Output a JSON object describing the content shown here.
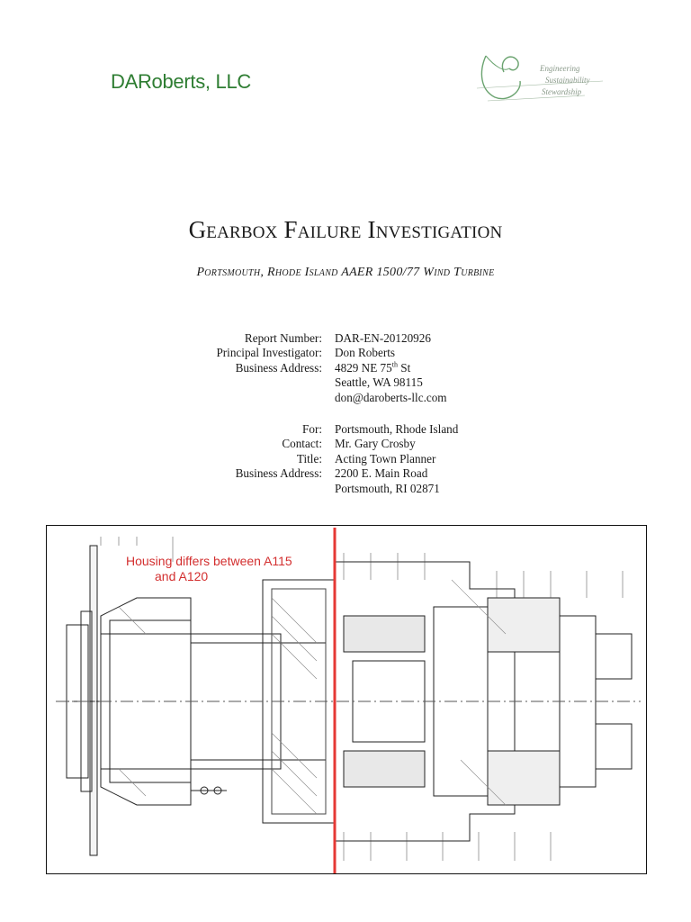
{
  "header": {
    "company": "DARoberts, LLC",
    "logo_words": [
      "Engineering",
      "Sustainability",
      "Stewardship"
    ]
  },
  "title": "Gearbox Failure Investigation",
  "subtitle": "Portsmouth, Rhode Island AAER 1500/77 Wind Turbine",
  "report_info": [
    {
      "label": "Report Number:",
      "value": "DAR-EN-20120926"
    },
    {
      "label": "Principal Investigator:",
      "value": "Don Roberts"
    },
    {
      "label": "Business Address:",
      "value": "4829 NE 75",
      "sup": "th",
      "suffix": " St"
    },
    {
      "label": "",
      "value": "Seattle, WA 98115"
    },
    {
      "label": "",
      "value": "don@daroberts-llc.com"
    }
  ],
  "client_info": [
    {
      "label": "For:",
      "value": "Portsmouth, Rhode Island"
    },
    {
      "label": "Contact:",
      "value": "Mr. Gary Crosby"
    },
    {
      "label": "Title:",
      "value": "Acting Town Planner"
    },
    {
      "label": "Business Address:",
      "value": "2200 E. Main Road"
    },
    {
      "label": "",
      "value": "Portsmouth, RI  02871"
    }
  ],
  "figure": {
    "callout_line1": "Housing differs between A115",
    "callout_line2": "and A120",
    "colors": {
      "callout": "#d32f2f",
      "marker": "#e53935",
      "brand": "#2e7d32"
    }
  }
}
